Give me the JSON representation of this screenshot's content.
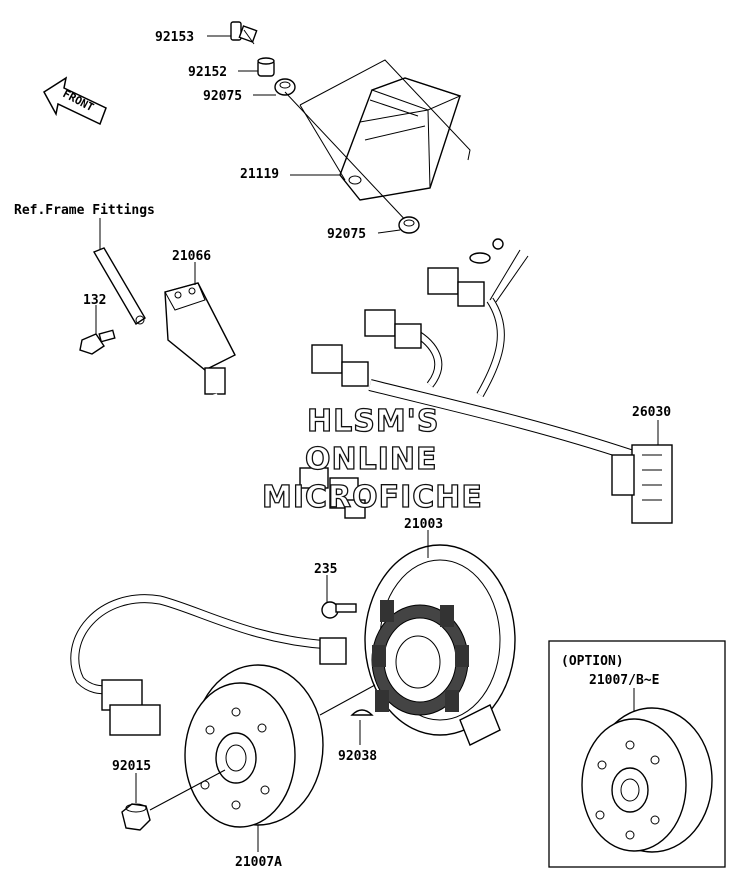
{
  "parts": {
    "p92153": "92153",
    "p92152": "92152",
    "p92075a": "92075",
    "p21119": "21119",
    "p92075b": "92075",
    "ref_frame": "Ref.Frame Fittings",
    "p21066": "21066",
    "p132": "132",
    "p26030": "26030",
    "p21003": "21003",
    "p235": "235",
    "p92038": "92038",
    "p92015": "92015",
    "p21007a": "21007A",
    "option_header": "(OPTION)",
    "p21007be": "21007/B~E"
  },
  "front_arrow": "FRONT",
  "watermark": {
    "line1": "HLSM'S",
    "line2": "ONLINE",
    "line3": "MICROFICHE"
  }
}
